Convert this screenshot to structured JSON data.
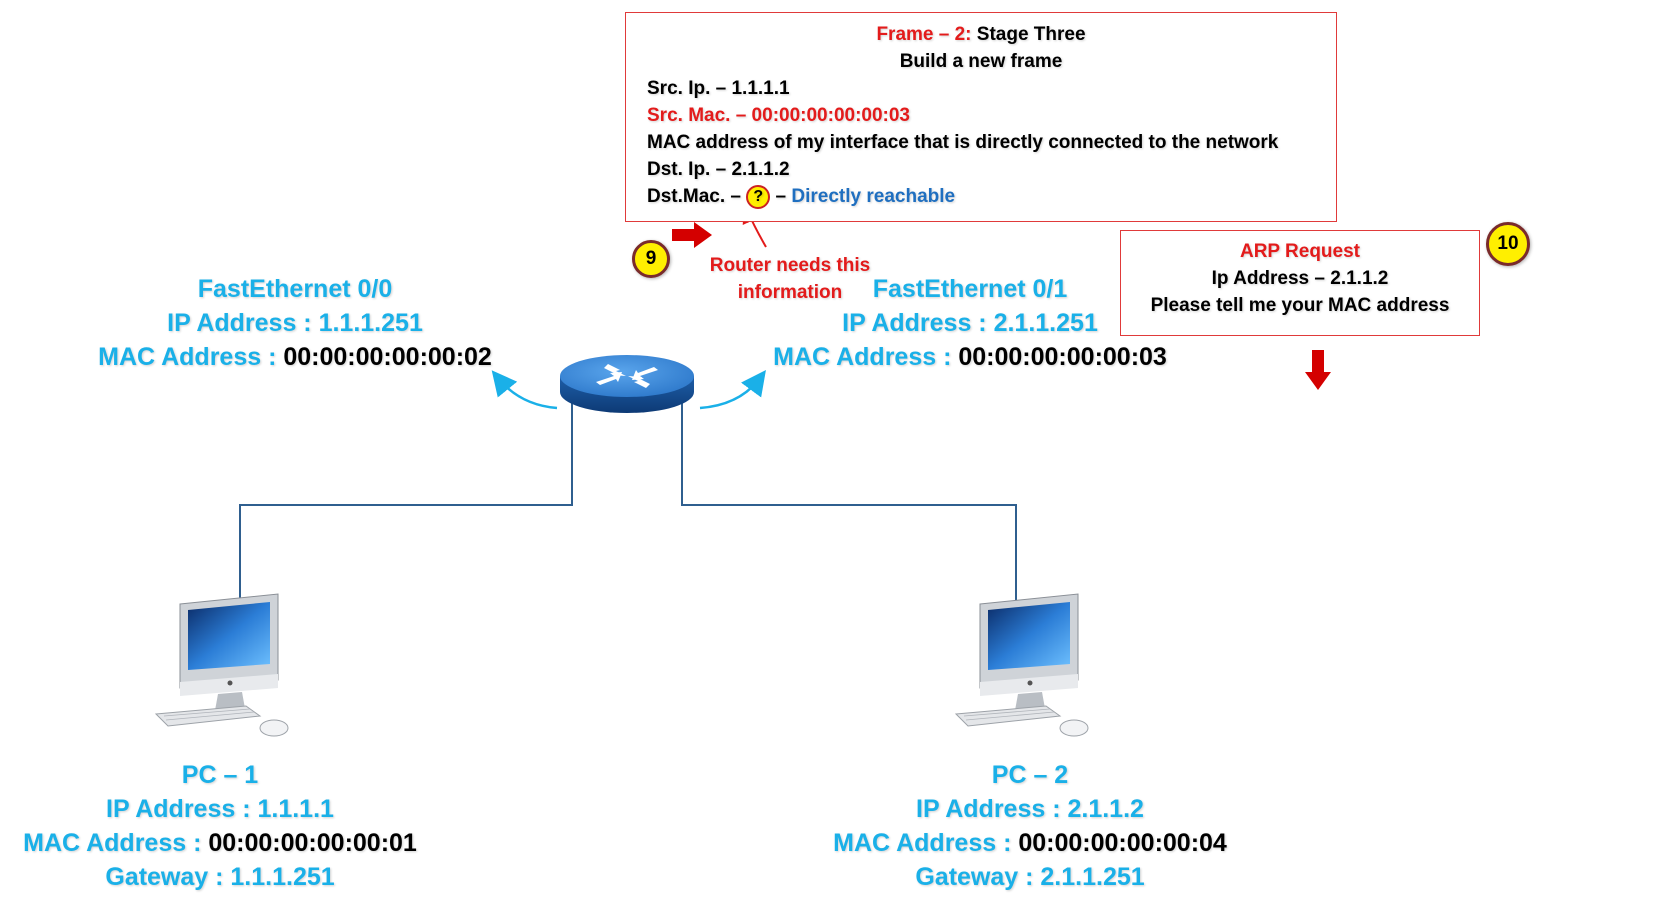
{
  "frame_box": {
    "title_red": "Frame – 2:",
    "title_black": "Stage Three",
    "subtitle": "Build a new frame",
    "src_ip": "Src. Ip. – 1.1.1.1",
    "src_mac": "Src. Mac. – 00:00:00:00:00:03",
    "mac_note": "MAC address of my interface that is directly connected to the network",
    "dst_ip": "Dst. Ip. – 2.1.1.2",
    "dst_mac_prefix": "Dst.Mac. –",
    "dst_mac_unknown": "?",
    "dst_mac_dash": "–",
    "dst_mac_note": "Directly reachable"
  },
  "step_9": {
    "number": "9",
    "annotation_line1": "Router needs this",
    "annotation_line2": "information"
  },
  "arp_box": {
    "title": "ARP Request",
    "line1": "Ip Address – 2.1.1.2",
    "line2": "Please tell me your MAC address"
  },
  "step_10": {
    "number": "10"
  },
  "router_if0": {
    "name": "FastEthernet 0/0",
    "ip_label": "IP Address : 1.1.1.251",
    "mac_label": "MAC Address :",
    "mac_value": "00:00:00:00:00:02"
  },
  "router_if1": {
    "name": "FastEthernet 0/1",
    "ip_label": "IP Address : 2.1.1.251",
    "mac_label": "MAC Address :",
    "mac_value": "00:00:00:00:00:03"
  },
  "pc1": {
    "name": "PC – 1",
    "ip_label": "IP Address : 1.1.1.1",
    "mac_label": "MAC Address :",
    "mac_value": "00:00:00:00:00:01",
    "gateway": "Gateway : 1.1.1.251"
  },
  "pc2": {
    "name": "PC – 2",
    "ip_label": "IP Address : 2.1.1.2",
    "mac_label": "MAC Address :",
    "mac_value": "00:00:00:00:00:04",
    "gateway": "Gateway : 2.1.1.251"
  },
  "colors": {
    "label_blue": "#1ab0e8",
    "accent_red": "#e31b1b",
    "note_blue": "#1f6fc0",
    "link_line": "#2f5f8f",
    "badge_yellow": "#ffef00"
  }
}
